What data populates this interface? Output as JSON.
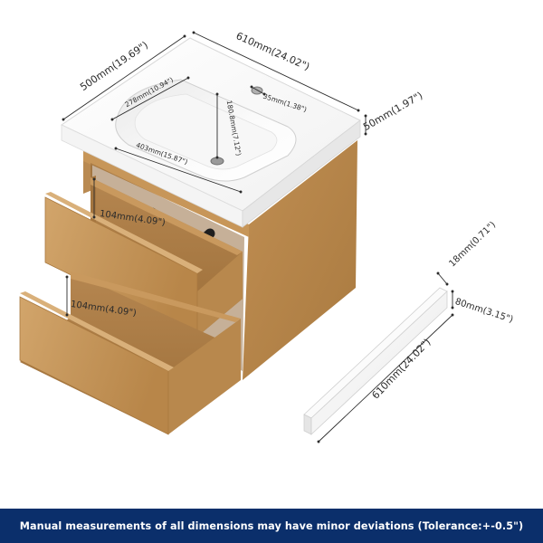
{
  "dimensions": {
    "counter_width": "610mm(24.02\")",
    "counter_depth": "500mm(19.69\")",
    "counter_thickness": "50mm(1.97\")",
    "basin_width": "403mm(15.87\")",
    "basin_depth": "278mm(10.94\")",
    "basin_height": "180.8mm(7.12\")",
    "faucet_hole": "35mm(1.38\")",
    "top_drawer_height": "104mm(4.09\")",
    "bottom_drawer_height": "104mm(4.09\")",
    "backsplash_thickness": "18mm(0.71\")",
    "backsplash_height": "80mm(3.15\")",
    "backsplash_length": "610mm(24.02\")"
  },
  "footer": {
    "note": "Manual measurements of all dimensions may have minor deviations (Tolerance:+-0.5\")"
  },
  "colors": {
    "wood": "#c89a60",
    "wood_dark": "#a9793f",
    "countertop": "#ffffff",
    "banner": "#0b2f6b"
  }
}
